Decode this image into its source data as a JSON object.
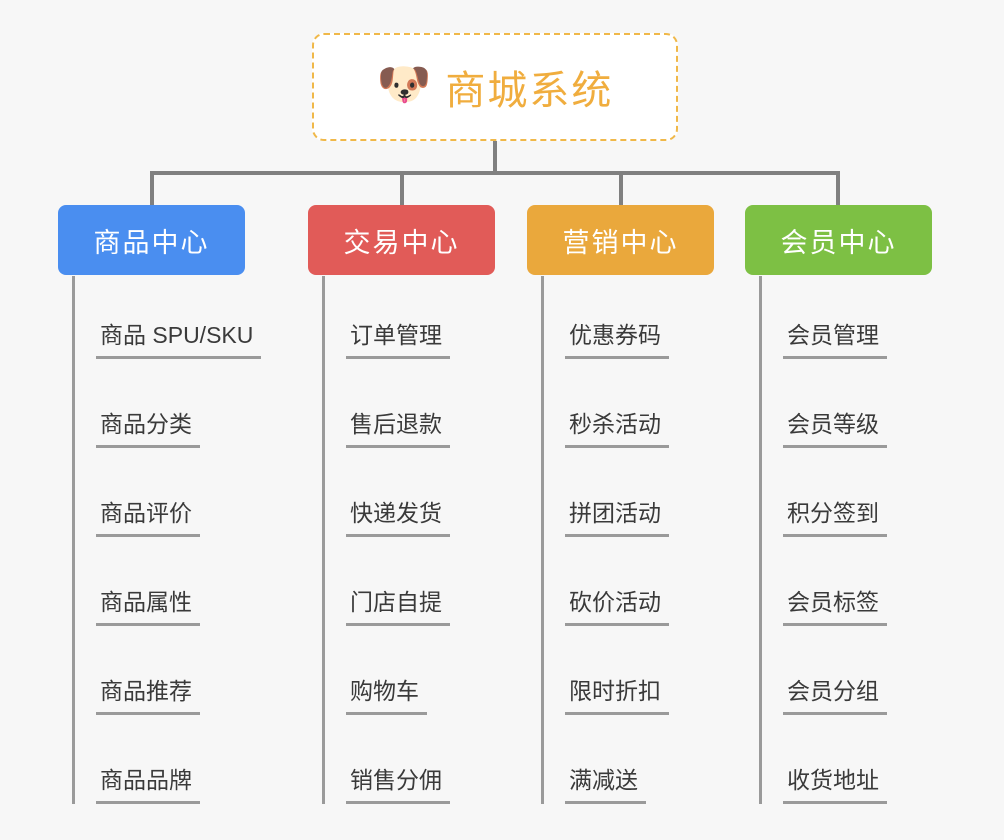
{
  "page": {
    "background_color": "#f7f7f7",
    "line_color": "#808080",
    "leaf_line_color": "#9a9a9a"
  },
  "root": {
    "icon": "dog-face-emoji",
    "icon_glyph": "🐶",
    "title": "商城系统",
    "title_color": "#f0ad3e",
    "border_color": "#f0b849",
    "background_color": "#ffffff"
  },
  "branches": [
    {
      "id": "product-center",
      "label": "商品中心",
      "color": "#4a8ef0",
      "items": [
        "商品 SPU/SKU",
        "商品分类",
        "商品评价",
        "商品属性",
        "商品推荐",
        "商品品牌"
      ]
    },
    {
      "id": "trade-center",
      "label": "交易中心",
      "color": "#e15b58",
      "items": [
        "订单管理",
        "售后退款",
        "快递发货",
        "门店自提",
        "购物车",
        "销售分佣"
      ]
    },
    {
      "id": "marketing-center",
      "label": "营销中心",
      "color": "#eaa83c",
      "items": [
        "优惠券码",
        "秒杀活动",
        "拼团活动",
        "砍价活动",
        "限时折扣",
        "满减送"
      ]
    },
    {
      "id": "member-center",
      "label": "会员中心",
      "color": "#7dc044",
      "items": [
        "会员管理",
        "会员等级",
        "积分签到",
        "会员标签",
        "会员分组",
        "收货地址"
      ]
    }
  ]
}
